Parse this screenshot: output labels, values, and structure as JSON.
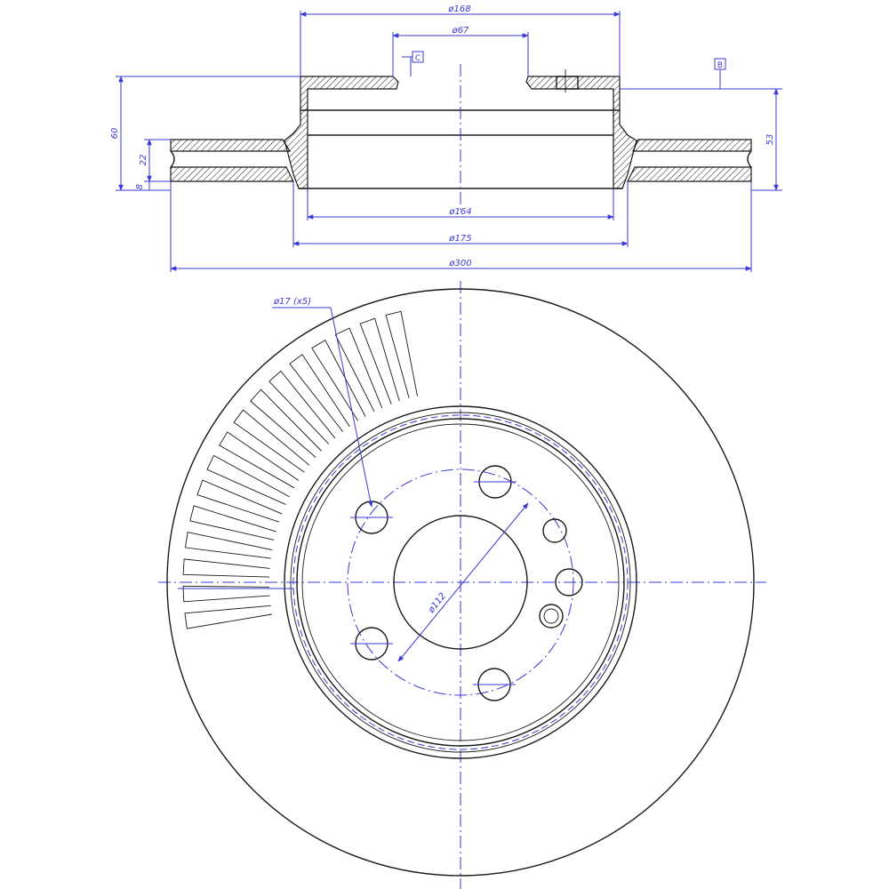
{
  "dimensions": {
    "d_top_outer": "ø168",
    "d_top_inner": "ø67",
    "height_total": "60",
    "thickness": "22",
    "flange": "8",
    "height_right": "53",
    "d_hat_inner": "ø164",
    "d_hat_outer": "ø175",
    "d_outer": "ø300",
    "holes": "ø17 (x5)",
    "pcd": "ø112"
  },
  "callouts": {
    "box_left": "C",
    "box_right": "B"
  },
  "colors": {
    "line": "#1a1a1a",
    "dimension": "#3a3ad6"
  }
}
